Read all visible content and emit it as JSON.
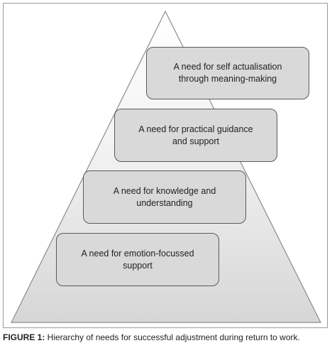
{
  "pyramid": {
    "levels": [
      {
        "line1": "A need for self actualisation",
        "line2": "through meaning-making"
      },
      {
        "line1": "A need for practical guidance",
        "line2": "and support"
      },
      {
        "line1": "A need for knowledge and",
        "line2": "understanding"
      },
      {
        "line1": "A need for emotion-focussed",
        "line2": "support"
      }
    ]
  },
  "caption": {
    "label": "FIGURE 1:",
    "text": " Hierarchy of needs for successful adjustment during return to work."
  },
  "colors": {
    "box_fill": "#d9d9d9",
    "box_border": "#5a5a5a",
    "triangle_fill": "#e6e6e6",
    "triangle_stroke": "#8c8c8c"
  }
}
